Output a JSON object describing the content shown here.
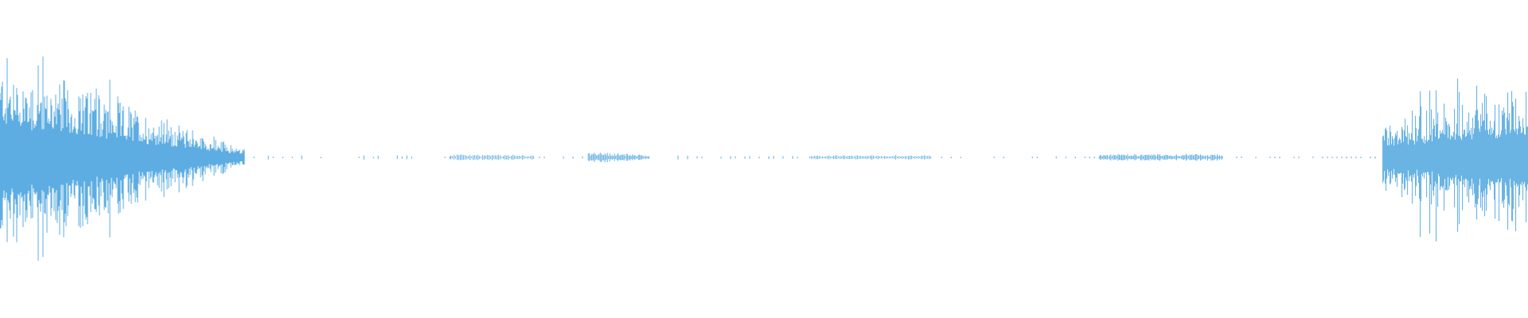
{
  "waveform": {
    "color": "#5dade2",
    "background": "#ffffff",
    "segments": [
      {
        "start": 0.0,
        "end": 0.16,
        "amp_start": 0.95,
        "amp_end": 0.08,
        "density": "dense"
      },
      {
        "start": 0.16,
        "end": 0.295,
        "amp_start": 0.02,
        "amp_end": 0.02,
        "density": "sparse"
      },
      {
        "start": 0.295,
        "end": 0.35,
        "amp_start": 0.03,
        "amp_end": 0.02,
        "density": "thin"
      },
      {
        "start": 0.35,
        "end": 0.385,
        "amp_start": 0.02,
        "amp_end": 0.02,
        "density": "sparse"
      },
      {
        "start": 0.385,
        "end": 0.425,
        "amp_start": 0.06,
        "amp_end": 0.02,
        "density": "medium"
      },
      {
        "start": 0.425,
        "end": 0.53,
        "amp_start": 0.02,
        "amp_end": 0.02,
        "density": "sparse"
      },
      {
        "start": 0.53,
        "end": 0.61,
        "amp_start": 0.02,
        "amp_end": 0.02,
        "density": "thin"
      },
      {
        "start": 0.61,
        "end": 0.72,
        "amp_start": 0.01,
        "amp_end": 0.01,
        "density": "sparse"
      },
      {
        "start": 0.72,
        "end": 0.8,
        "amp_start": 0.03,
        "amp_end": 0.03,
        "density": "medium"
      },
      {
        "start": 0.8,
        "end": 0.905,
        "amp_start": 0.01,
        "amp_end": 0.01,
        "density": "sparse"
      },
      {
        "start": 0.905,
        "end": 1.0,
        "amp_start": 0.3,
        "amp_end": 0.7,
        "density": "dense"
      }
    ]
  }
}
